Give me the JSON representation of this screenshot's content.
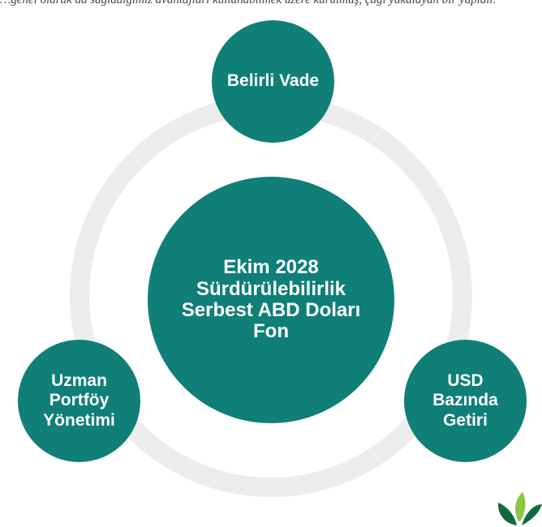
{
  "caption": "…genel olarak da sağladığımız avantajları kullanabilmek üzere kurulmuş, çağı yakalayan bir yapıdır.",
  "diagram": {
    "center": {
      "label": "Ekim 2028 Sürdürülebilirlik Serbest ABD Doları Fon"
    },
    "nodes": [
      {
        "label": "Belirli Vade"
      },
      {
        "label": "Uzman Portföy Yönetimi"
      },
      {
        "label": "USD Bazında Getiri"
      }
    ]
  },
  "colors": {
    "node_fill": "#0f7f78",
    "node_text": "#ffffff",
    "ring": "#ececec",
    "logo_dark": "#0f6b3f",
    "logo_light": "#8dc63f"
  }
}
